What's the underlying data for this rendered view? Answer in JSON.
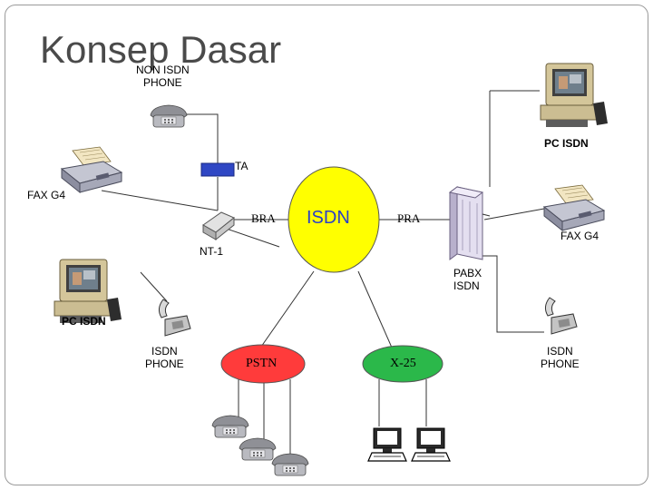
{
  "title": "Konsep Dasar",
  "labels": {
    "non_isdn_phone": "NON ISDN\nPHONE",
    "pc_isdn_top": "PC ISDN",
    "ta": "TA",
    "fax_left": "FAX G4",
    "bra": "BRA",
    "isdn": "ISDN",
    "pra": "PRA",
    "fax_right": "FAX G4",
    "nt1": "NT-1",
    "pabx": "PABX\nISDN",
    "pc_isdn_left": "PC ISDN",
    "isdn_phone_left": "ISDN\nPHONE",
    "pstn": "PSTN",
    "x25": "X-25",
    "isdn_phone_right": "ISDN\nPHONE"
  },
  "icons": [
    "phone-icon",
    "pc-icon",
    "fax-icon",
    "terminal-adapter-icon",
    "nt1-icon",
    "pabx-icon",
    "computer-terminal-icon"
  ],
  "colors": {
    "isdn_cloud": "#ffff00",
    "pstn_cloud": "#ff3b3b",
    "x25_cloud": "#2bb84a",
    "pabx": "#d9d2e8",
    "ta": "#2f47c4",
    "title": "#4a4a4a",
    "isdn_text": "#2a40c8"
  }
}
